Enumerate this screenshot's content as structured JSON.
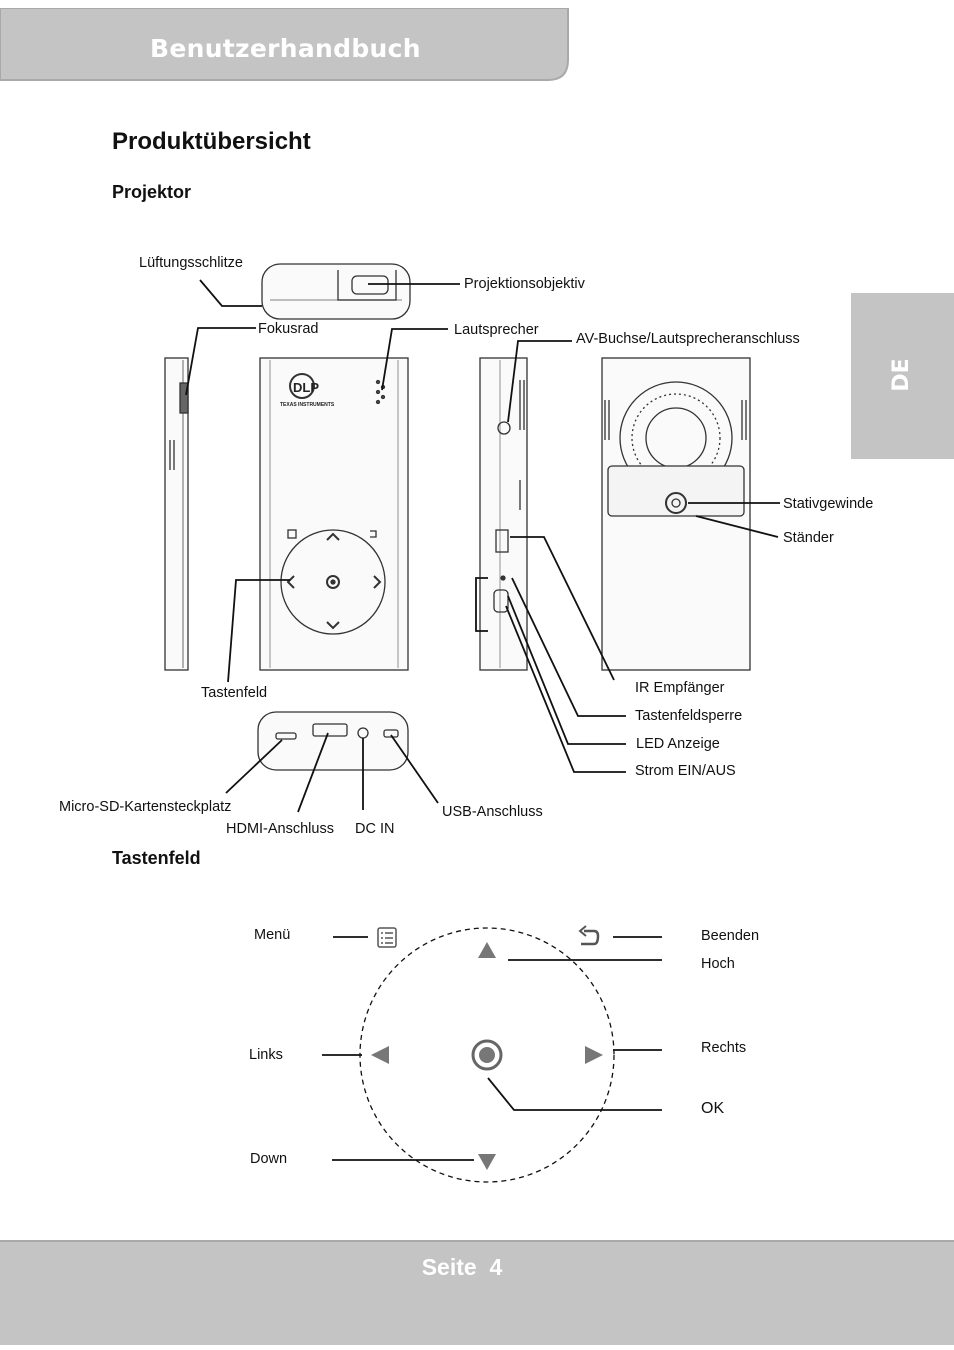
{
  "header": {
    "title": "Benutzerhandbuch"
  },
  "language_tab": {
    "label": "DE"
  },
  "section": {
    "title": "Produktübersicht"
  },
  "projector": {
    "subtitle": "Projektor",
    "device_logo": {
      "brand": "DLP",
      "maker": "TEXAS INSTRUMENTS"
    },
    "labels": {
      "vents": "Lüftungsschlitze",
      "lens": "Projektionsobjektiv",
      "focus": "Fokusrad",
      "speaker": "Lautsprecher",
      "av": "AV-Buchse/Lautsprecheranschluss",
      "tripod": "Stativgewinde",
      "stand": "Ständer",
      "keypad": "Tastenfeld",
      "ir": "IR Empfänger",
      "keylock": "Tastenfeldsperre",
      "led": "LED Anzeige",
      "power": "Strom EIN/AUS",
      "microsd": "Micro-SD-Kartensteckplatz",
      "hdmi": "HDMI-Anschluss",
      "dcin": "DC IN",
      "usb": "USB-Anschluss"
    }
  },
  "keypad": {
    "subtitle": "Tastenfeld",
    "labels": {
      "menu": "Menü",
      "exit": "Beenden",
      "up": "Hoch",
      "left": "Links",
      "right": "Rechts",
      "ok": "OK",
      "down": "Down"
    }
  },
  "footer": {
    "page": "Seite  4"
  },
  "colors": {
    "tab_gray": "#c4c4c4",
    "tab_border": "#a9a9a9",
    "text": "#111111"
  }
}
